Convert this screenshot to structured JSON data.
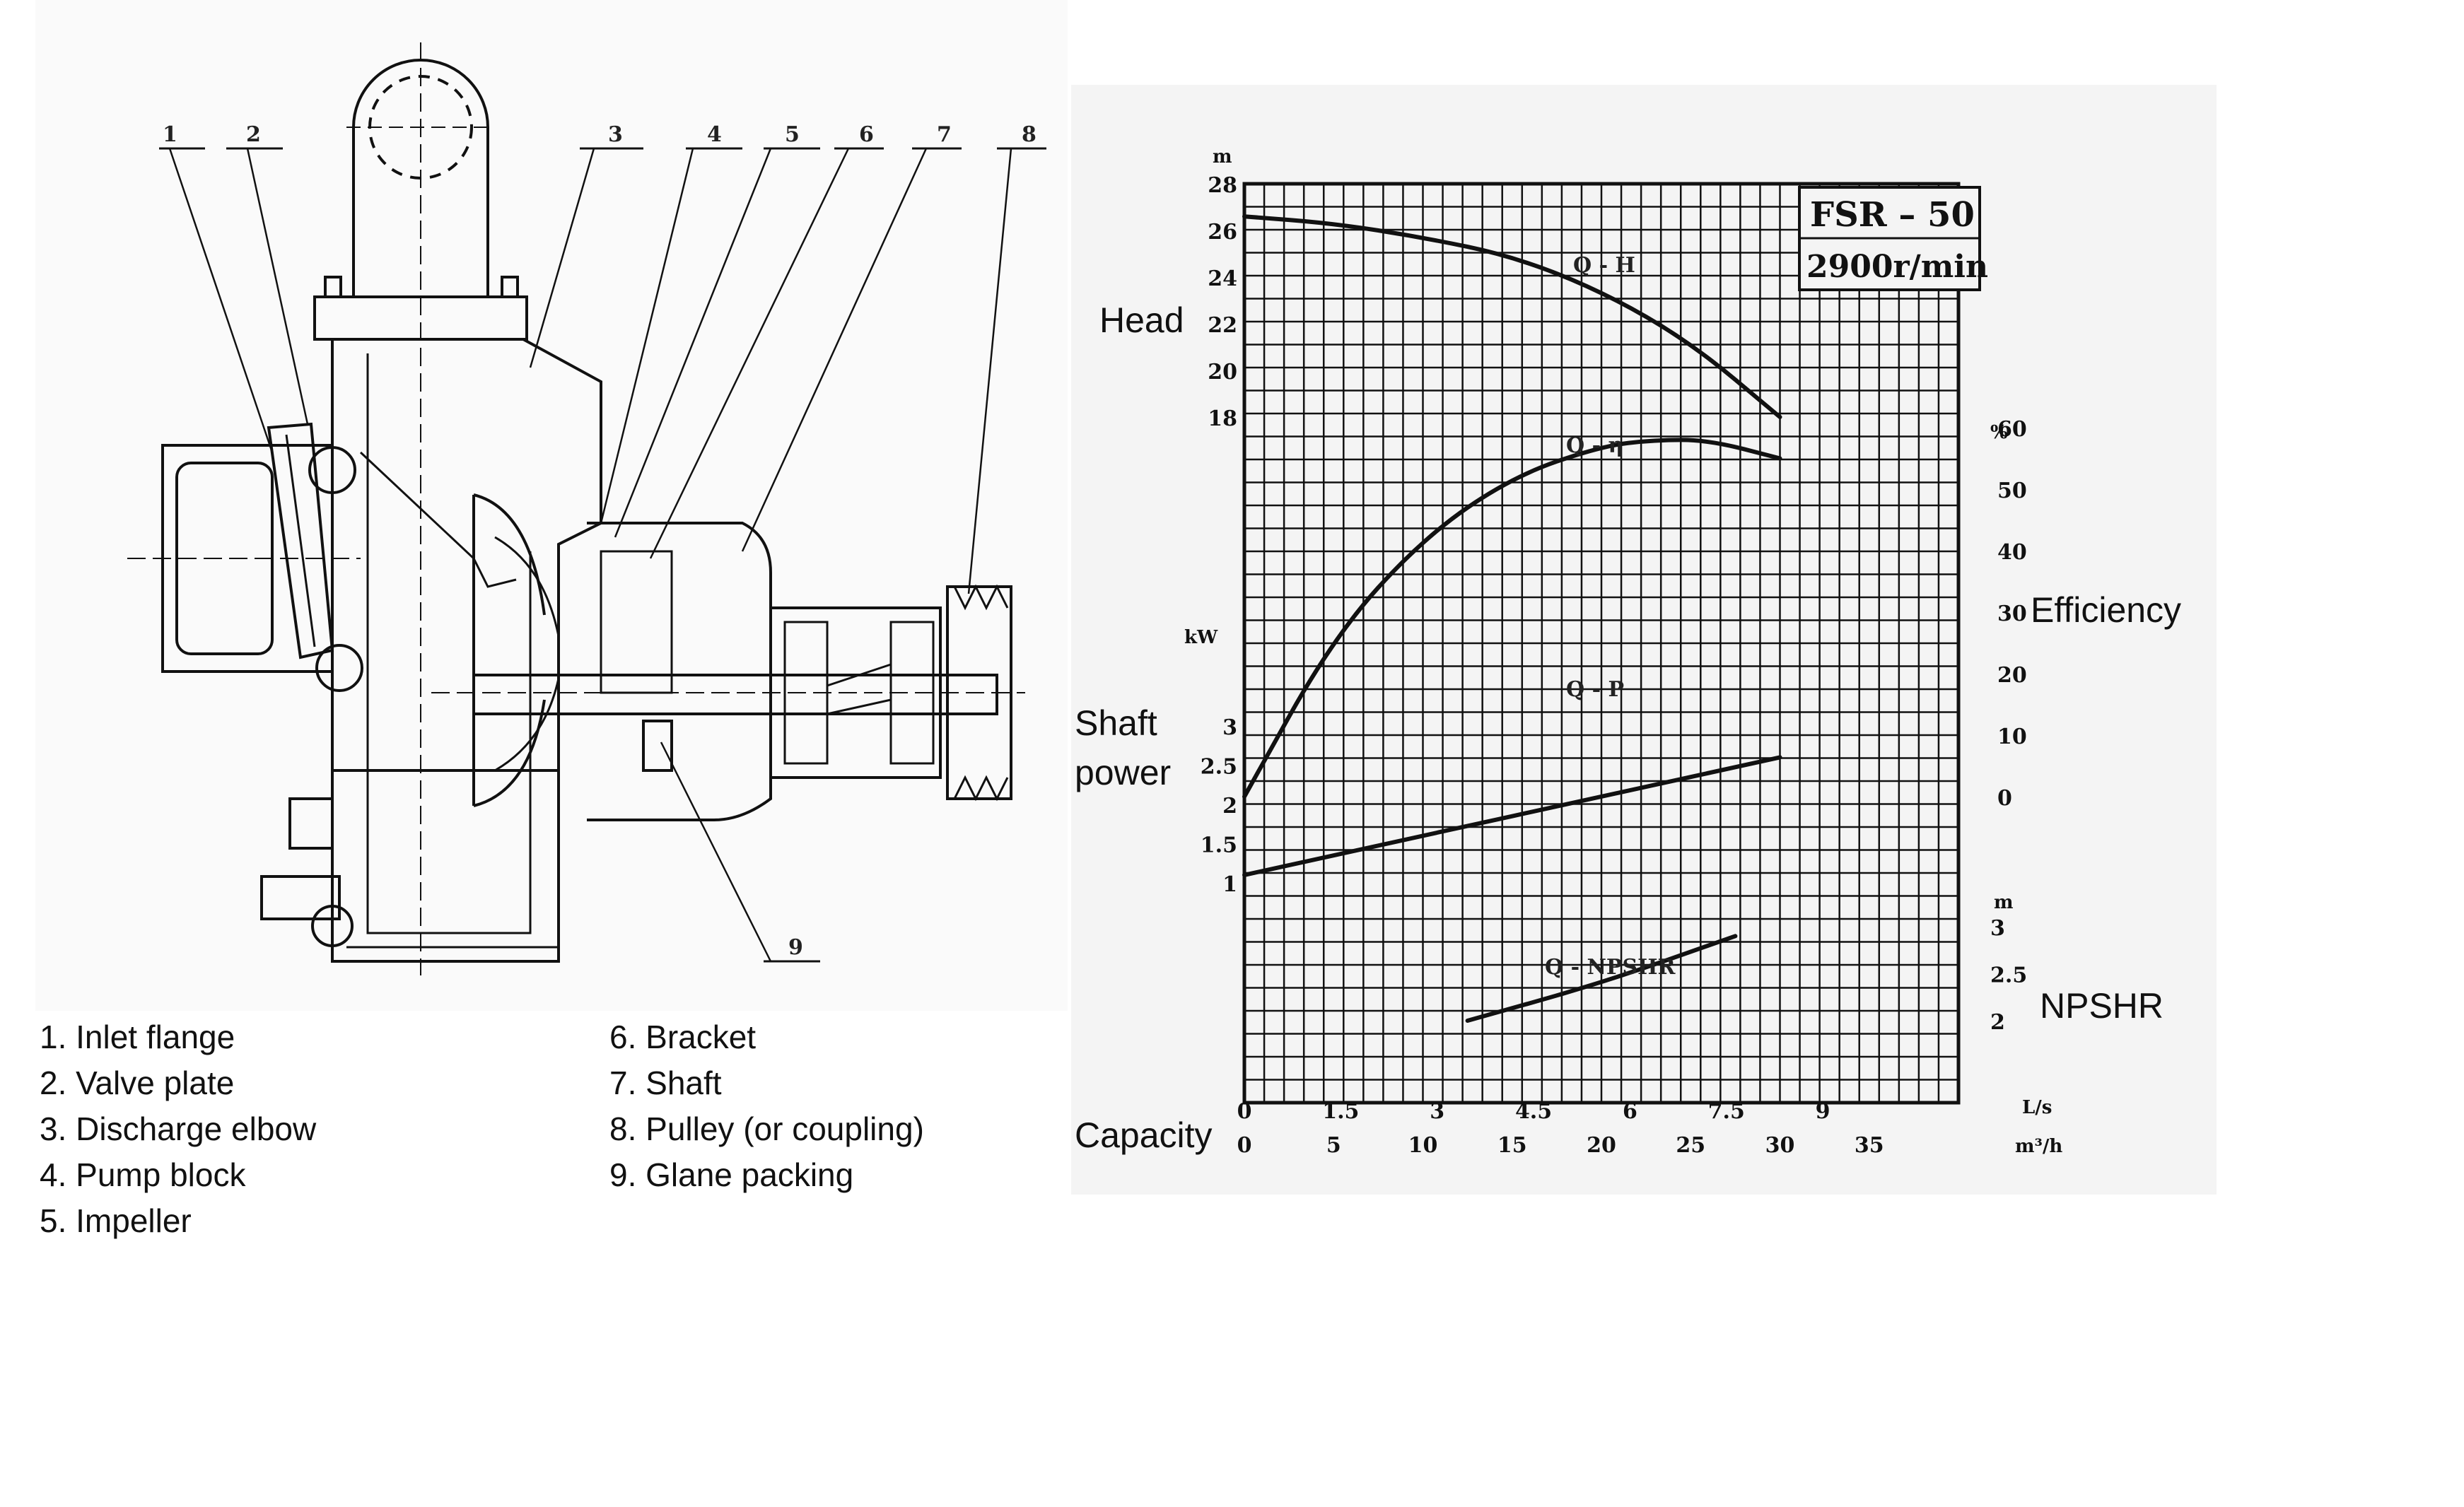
{
  "drawing": {
    "callouts": [
      "1",
      "2",
      "3",
      "4",
      "5",
      "6",
      "7",
      "8",
      "9"
    ]
  },
  "legend": {
    "col1": [
      "1. Inlet flange",
      "2. Valve plate",
      "3. Discharge elbow",
      "4. Pump block",
      "5. Impeller"
    ],
    "col2": [
      "6. Bracket",
      "7. Shaft",
      "8. Pulley (or coupling)",
      "9. Glane packing"
    ]
  },
  "chart": {
    "model": "FSR – 50",
    "speed": "2900r/min",
    "side_labels": {
      "head": "Head",
      "shaft_power_1": "Shaft",
      "shaft_power_2": "power",
      "capacity": "Capacity",
      "efficiency": "Efficiency",
      "npshr": "NPSHR"
    },
    "units": {
      "head": "m",
      "power": "kW",
      "efficiency": "%",
      "npshr": "m",
      "flow_ls": "L/s",
      "flow_m3h": "m³/h"
    },
    "curve_labels": [
      "Q - H",
      "Q - η",
      "Q - P",
      "Q - NPSHR"
    ]
  },
  "chart_data": {
    "type": "line",
    "title": "FSR – 50 2900r/min",
    "xlabel": "Capacity",
    "x_units": [
      "L/s",
      "m³/h"
    ],
    "x_ticks_ls": [
      "0",
      "1.5",
      "3",
      "4.5",
      "6",
      "7.5",
      "9"
    ],
    "x_ticks_m3h": [
      "0",
      "5",
      "10",
      "15",
      "20",
      "25",
      "30",
      "35"
    ],
    "xlim_m3h": [
      0,
      40
    ],
    "head_ticks": [
      "28",
      "26",
      "24",
      "22",
      "20",
      "18"
    ],
    "power_ticks": [
      "3",
      "2.5",
      "2",
      "1.5",
      "1"
    ],
    "efficiency_ticks": [
      "60",
      "50",
      "40",
      "30",
      "20",
      "10",
      "0"
    ],
    "npshr_ticks": [
      "3",
      "2.5",
      "2"
    ],
    "grid": true,
    "series": [
      {
        "name": "Q - H",
        "axis": "Head (m)",
        "x": [
          0,
          5,
          10,
          15,
          20,
          25,
          30
        ],
        "y": [
          26.6,
          26.3,
          25.7,
          24.9,
          23.4,
          21.2,
          18.0
        ]
      },
      {
        "name": "Q - η",
        "axis": "Efficiency (%)",
        "x": [
          0,
          5,
          10,
          15,
          20,
          23,
          26,
          30
        ],
        "y": [
          0,
          26,
          42,
          52,
          57,
          58,
          58,
          55
        ]
      },
      {
        "name": "Q - P",
        "axis": "Shaft power (kW)",
        "x": [
          0,
          10,
          20,
          30
        ],
        "y": [
          1.1,
          1.6,
          2.1,
          2.6
        ]
      },
      {
        "name": "Q - NPSHR",
        "axis": "NPSHR (m)",
        "x": [
          12.5,
          20,
          27.5
        ],
        "y": [
          2.0,
          2.4,
          2.9
        ]
      }
    ]
  }
}
